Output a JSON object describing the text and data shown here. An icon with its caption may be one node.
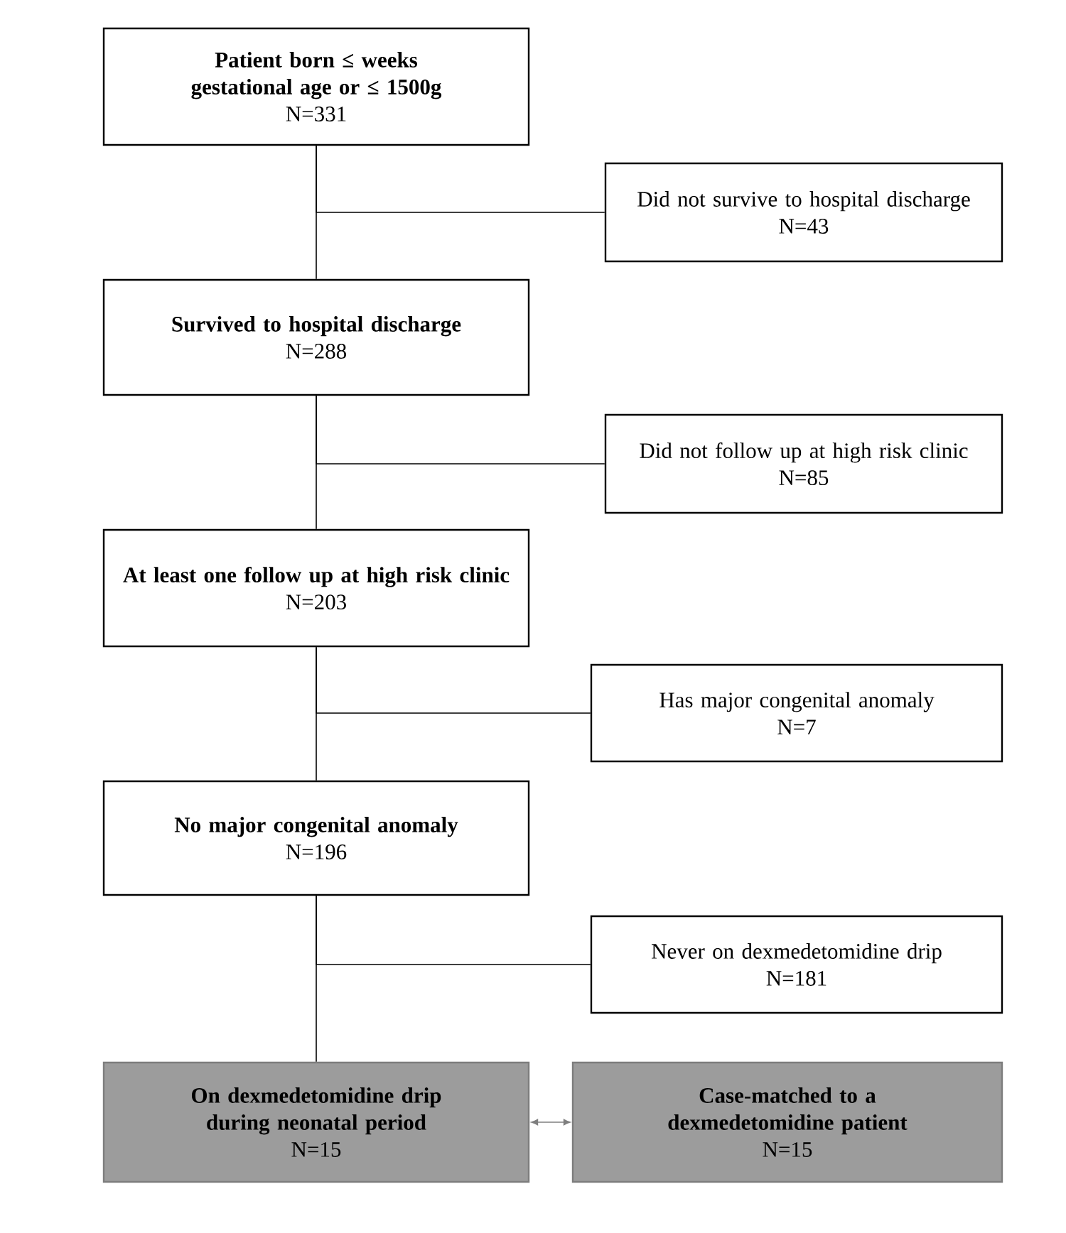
{
  "diagram": {
    "nodes": [
      {
        "text": [
          "Patient born ≤ weeks gestational age or ≤ 1500g",
          "N=331"
        ]
      },
      {
        "text": [
          "Did not survive to hospital discharge",
          "N=43"
        ]
      },
      {
        "text": [
          "Survived to hospital discharge",
          "N=288"
        ]
      },
      {
        "text": [
          "Did not follow up at high risk clinic",
          "N=85"
        ]
      },
      {
        "text": [
          "At least one follow up at high risk clinic",
          "N=203"
        ]
      },
      {
        "text": [
          "Has major congenital anomaly",
          "N=7"
        ]
      },
      {
        "text": [
          "No major congenital anomaly",
          "N=196"
        ]
      },
      {
        "text": [
          "Never on dexmedetomidine drip",
          "N=181"
        ]
      },
      {
        "text": [
          "On dexmedetomidine drip during neonatal period",
          "N=15"
        ]
      },
      {
        "text": [
          "Case-matched to a dexmedetomidine patient",
          "N=15"
        ]
      }
    ],
    "edges": [
      {
        "from": 0,
        "to": 2,
        "arrow": "none"
      },
      {
        "from": 0,
        "to": 1,
        "arrow": "none"
      },
      {
        "from": 2,
        "to": 4,
        "arrow": "none"
      },
      {
        "from": 2,
        "to": 3,
        "arrow": "none"
      },
      {
        "from": 4,
        "to": 6,
        "arrow": "none"
      },
      {
        "from": 4,
        "to": 5,
        "arrow": "none"
      },
      {
        "from": 6,
        "to": 8,
        "arrow": "none"
      },
      {
        "from": 6,
        "to": 7,
        "arrow": "none"
      },
      {
        "from": 8,
        "to": 9,
        "arrow": "both",
        "color": "#7f7f7f"
      }
    ]
  }
}
